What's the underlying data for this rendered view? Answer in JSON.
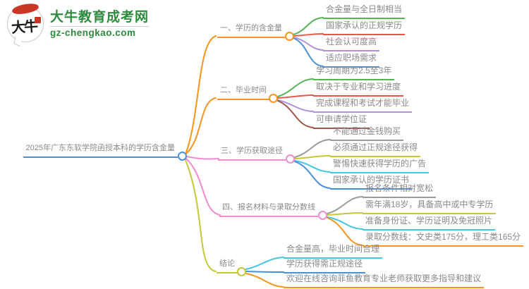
{
  "logo": {
    "brand_name": "大牛教育成考网",
    "brand_url": "gz-chengkao.com",
    "icon_text": "大牛",
    "brand_color": "#2E8B3E",
    "seal_color": "#CB3727"
  },
  "palette": {
    "blue": "#4A90D9",
    "orange": "#F7941E",
    "green": "#55B555",
    "red": "#E4564A",
    "purple": "#B191D8",
    "maroon": "#A1554C",
    "gray": "#9A9A9A",
    "olive": "#C5C838",
    "cyan": "#41C7E4",
    "pink": "#F08BD0"
  },
  "mindmap": {
    "root": {
      "label": "2025年广东东软学院函授本科的学历含金量",
      "color": "blue"
    },
    "branches": [
      {
        "label": "一、学历的含金量",
        "color": "orange",
        "children": [
          {
            "label": "合金量与全日制相当",
            "color": "green"
          },
          {
            "label": "国家承认的正规学历",
            "color": "red"
          },
          {
            "label": "社会认可度高",
            "color": "purple"
          },
          {
            "label": "适应职场需求",
            "color": "blue"
          }
        ]
      },
      {
        "label": "二、毕业时间",
        "color": "orange",
        "children": [
          {
            "label": "学习周期为2.5至3年",
            "color": "green"
          },
          {
            "label": "取决于专业和学习进度",
            "color": "red"
          },
          {
            "label": "完成课程和考试才能毕业",
            "color": "purple"
          },
          {
            "label": "可申请学位证",
            "color": "maroon"
          }
        ]
      },
      {
        "label": "三、学历获取途径",
        "color": "pink",
        "children": [
          {
            "label": "不能通过金钱购买",
            "color": "gray"
          },
          {
            "label": "必须通过正规途径获得",
            "color": "olive"
          },
          {
            "label": "警惕快速获得学历的广告",
            "color": "cyan"
          },
          {
            "label": "国家承认的学历证书",
            "color": "blue"
          }
        ]
      },
      {
        "label": "四、报名材料与录取分数线",
        "color": "pink",
        "children": [
          {
            "label": "报名条件相对宽松",
            "color": "gray"
          },
          {
            "label": "需年满18岁，具备高中或中专学历",
            "color": "olive"
          },
          {
            "label": "准备身份证、学历证明及免冠照片",
            "color": "cyan"
          },
          {
            "label": "录取分数线：文史类175分，理工类165分",
            "color": "orange"
          }
        ]
      },
      {
        "label": "结论",
        "color": "olive",
        "children": [
          {
            "label": "合金量高，毕业时间合理",
            "color": "cyan"
          },
          {
            "label": "学历获得需正规途径",
            "color": "blue"
          },
          {
            "label": "欢迎在线咨询菲鱼教育专业老师获取更多指导和建议",
            "color": "orange"
          }
        ]
      }
    ]
  }
}
